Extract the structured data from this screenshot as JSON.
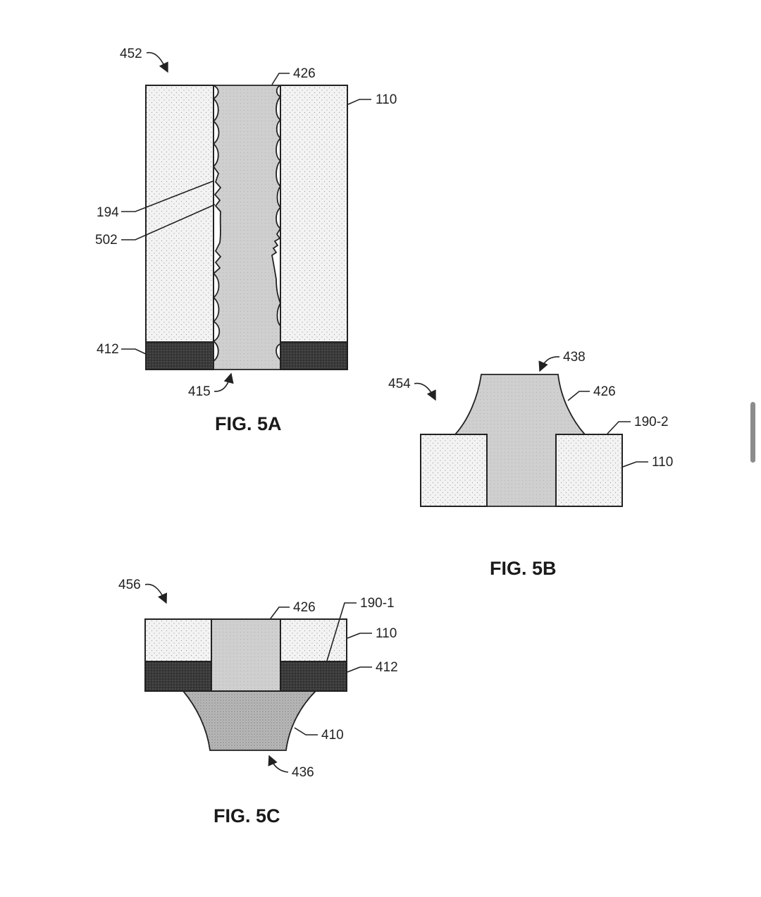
{
  "figures": {
    "fig5a": {
      "title": "FIG. 5A",
      "ref_452": "452",
      "ref_426": "426",
      "ref_110": "110",
      "ref_194": "194",
      "ref_502": "502",
      "ref_412": "412",
      "ref_415": "415"
    },
    "fig5b": {
      "title": "FIG. 5B",
      "ref_454": "454",
      "ref_438": "438",
      "ref_426": "426",
      "ref_190_2": "190-2",
      "ref_110": "110"
    },
    "fig5c": {
      "title": "FIG. 5C",
      "ref_456": "456",
      "ref_426": "426",
      "ref_190_1": "190-1",
      "ref_110": "110",
      "ref_412": "412",
      "ref_410": "410",
      "ref_436": "436"
    }
  },
  "colors": {
    "dielectric_fill": "#f3f3f3",
    "via_fill": "#cfcfcf",
    "dark_layer": "#3a3a3a",
    "pad_fill": "#b5b5b5",
    "line": "#222222",
    "scrollbar": "#8c8c8c"
  }
}
